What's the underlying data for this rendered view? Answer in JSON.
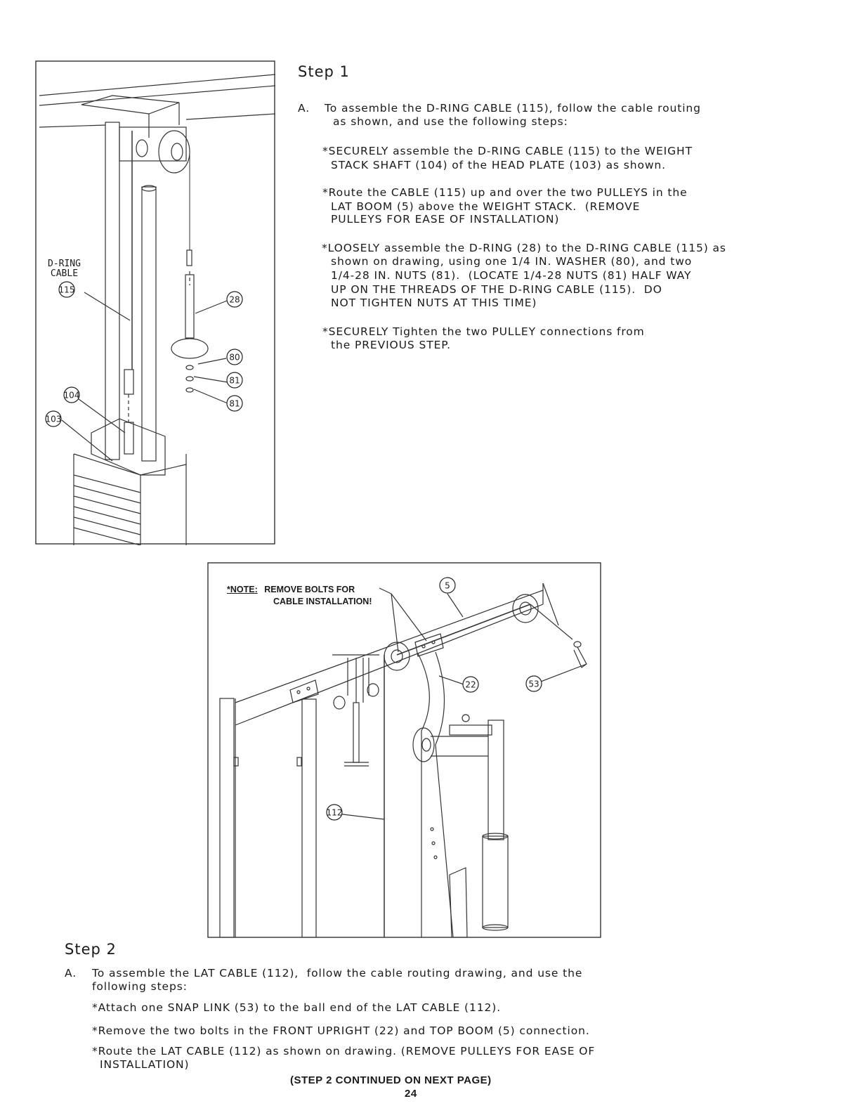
{
  "step1": {
    "heading": "Step 1",
    "intro_marker": "A.",
    "intro_line1": "To assemble the D-RING CABLE (115), follow the cable routing",
    "intro_line2": "as shown, and use the following steps:",
    "b1_line1": "*SECURELY assemble the D-RING CABLE (115) to the WEIGHT",
    "b1_line2": "STACK SHAFT (104) of the HEAD PLATE (103) as shown.",
    "b2_line1": "*Route the CABLE (115) up and over the two PULLEYS in the",
    "b2_line2": "LAT BOOM (5) above the WEIGHT STACK.  (REMOVE",
    "b2_line3": "PULLEYS FOR EASE OF INSTALLATION)",
    "b3_line1": "*LOOSELY assemble the D-RING (28) to the D-RING CABLE (115) as",
    "b3_line2": "shown on drawing, using one 1/4 IN. WASHER (80), and two",
    "b3_line3": "1/4-28 IN. NUTS (81).  (LOCATE 1/4-28 NUTS (81) HALF WAY",
    "b3_line4": "UP ON THE THREADS OF THE D-RING CABLE (115).  DO",
    "b3_line5": "NOT TIGHTEN NUTS AT THIS TIME)",
    "b4_line1": "*SECURELY Tighten the two PULLEY connections from",
    "b4_line2": "the PREVIOUS STEP."
  },
  "figure1": {
    "label_line1": "D-RING",
    "label_line2": "CABLE",
    "callouts": [
      "115",
      "28",
      "80",
      "81",
      "81",
      "104",
      "103"
    ]
  },
  "figure2": {
    "note_prefix": "*NOTE:",
    "note_line1": "REMOVE BOLTS FOR",
    "note_line2": "CABLE INSTALLATION!",
    "callouts": [
      "5",
      "22",
      "53",
      "112"
    ]
  },
  "step2": {
    "heading": "Step 2",
    "intro_marker": "A.",
    "intro_line1": "To assemble the LAT CABLE (112),  follow the cable routing drawing, and use the",
    "intro_line2": "following steps:",
    "b1": "*Attach one SNAP LINK (53) to the ball end of the LAT CABLE (112).",
    "b2": "*Remove the two bolts in the FRONT UPRIGHT (22) and TOP BOOM (5) connection.",
    "b3_line1": "*Route the LAT CABLE (112) as shown on drawing. (REMOVE PULLEYS FOR EASE OF",
    "b3_line2": "INSTALLATION)"
  },
  "footer": {
    "continued": "(STEP 2 CONTINUED ON NEXT PAGE)",
    "page_number": "24"
  }
}
